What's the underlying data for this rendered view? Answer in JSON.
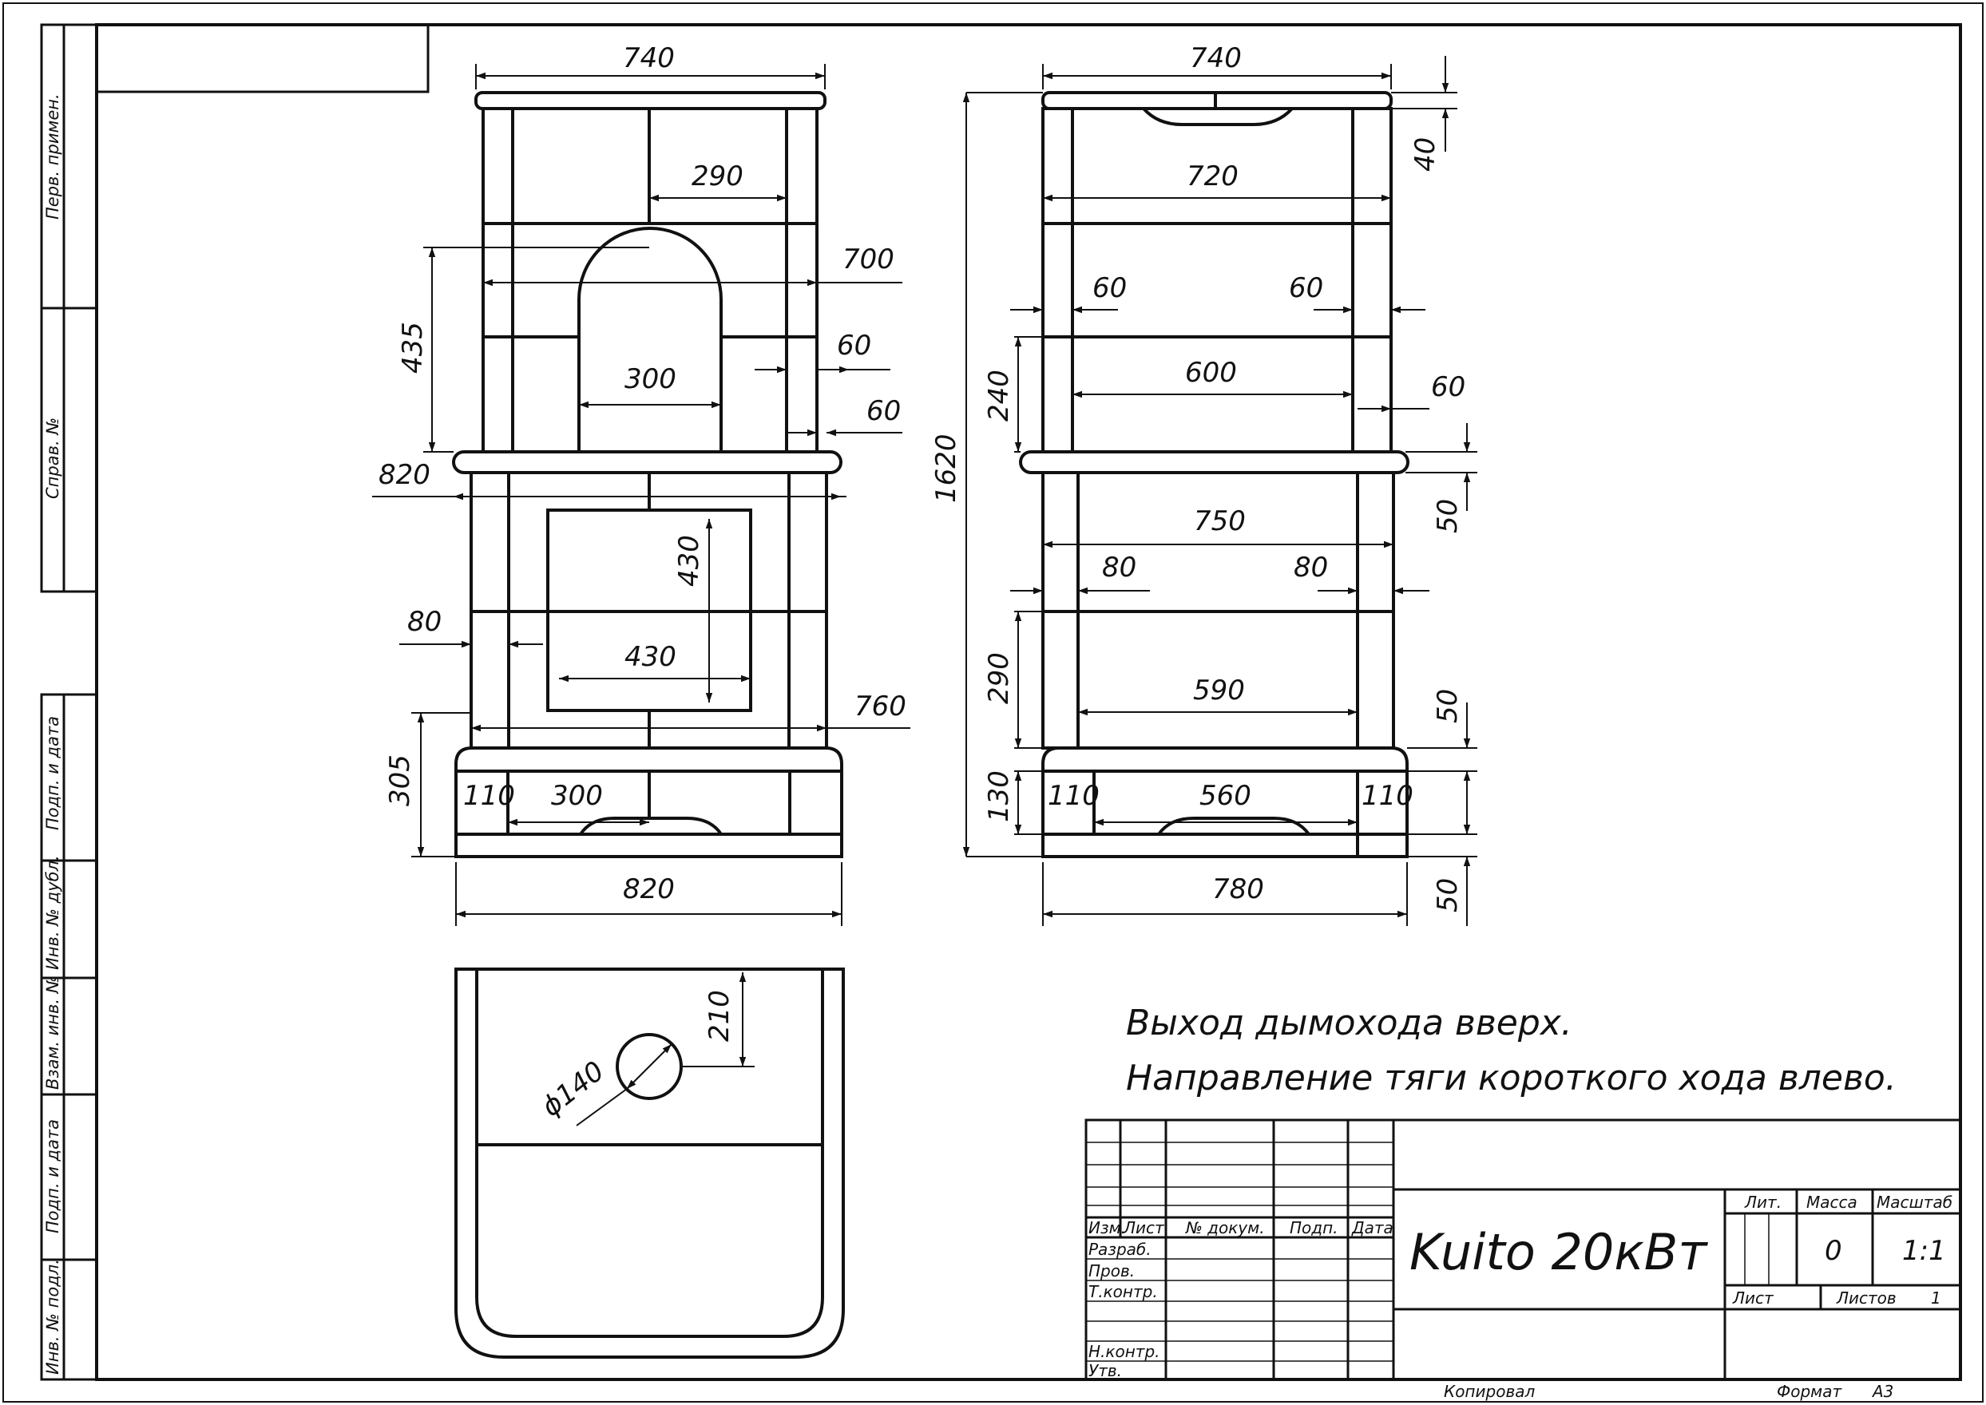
{
  "side_strip": [
    "Перв. примен.",
    "Справ. №",
    "Подп. и дата",
    "Инв. № дубл.",
    "Взам. инв. №",
    "Подп. и дата",
    "Инв. № подл."
  ],
  "front": {
    "d740": "740",
    "d290": "290",
    "d700": "700",
    "d435": "435",
    "d60a": "60",
    "d300": "300",
    "d60b": "60",
    "d820a": "820",
    "d430a": "430",
    "d80": "80",
    "d430b": "430",
    "d760": "760",
    "d305": "305",
    "d110": "110",
    "d300b": "300",
    "d820b": "820"
  },
  "side": {
    "d740": "740",
    "d40": "40",
    "d720": "720",
    "d1620": "1620",
    "d60a": "60",
    "d60b": "60",
    "d240": "240",
    "d600": "600",
    "d60c": "60",
    "d50a": "50",
    "d750": "750",
    "d80a": "80",
    "d80b": "80",
    "d290": "290",
    "d590": "590",
    "d50b": "50",
    "d130": "130",
    "d110a": "110",
    "d560": "560",
    "d110b": "110",
    "d780": "780",
    "d50c": "50"
  },
  "plan": {
    "d210": "210",
    "d140": "ϕ140"
  },
  "notes": {
    "line1": "Выход дымохода вверх.",
    "line2": "Направление тяги короткого хода влево."
  },
  "titleblock": {
    "izm": "Изм.",
    "list": "Лист",
    "dokum": "№ докум.",
    "podp": "Подп.",
    "data": "Дата",
    "razrab": "Разраб.",
    "prov": "Пров.",
    "tkontr": "Т.контр.",
    "nkontr": "Н.контр.",
    "utv": "Утв.",
    "title": "Kuito 20кВт",
    "lit": "Лит.",
    "massa": "Масса",
    "masshtab": "Масштаб",
    "massa_val": "0",
    "scale_val": "1:1",
    "list2": "Лист",
    "listov": "Листов",
    "listov_val": "1",
    "kopiroval": "Копировал",
    "format": "Формат",
    "format_val": "A3"
  },
  "colors": {
    "ink": "#111111",
    "paper": "#ffffff"
  }
}
